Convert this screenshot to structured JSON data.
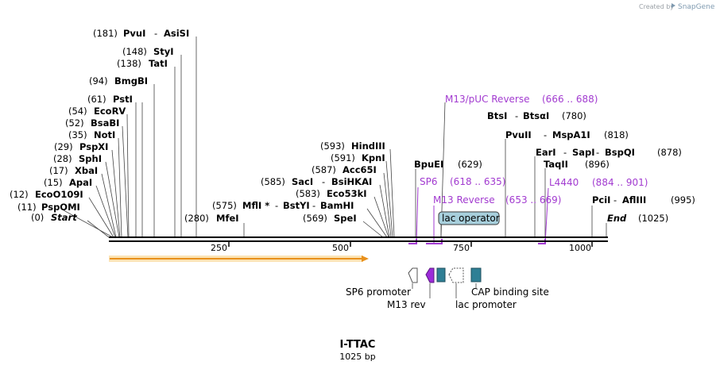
{
  "credit": {
    "created_by": "Created by",
    "brand": "SnapGene"
  },
  "plasmid": {
    "name": "I-TTAC",
    "length": "1025 bp"
  },
  "ruler": {
    "ticks": [
      "250",
      "500",
      "750",
      "1000"
    ]
  },
  "enzymes": {
    "start": {
      "pos": "(0)",
      "name": "Start"
    },
    "pspomi": {
      "pos": "(11)",
      "name": "PspOMI"
    },
    "eco0109i": {
      "pos": "(12)",
      "name": "EcoO109I"
    },
    "apai": {
      "pos": "(15)",
      "name": "ApaI"
    },
    "xbai": {
      "pos": "(17)",
      "name": "XbaI"
    },
    "sphi": {
      "pos": "(28)",
      "name": "SphI"
    },
    "pspxi": {
      "pos": "(29)",
      "name": "PspXI"
    },
    "noti": {
      "pos": "(35)",
      "name": "NotI"
    },
    "bsabi": {
      "pos": "(52)",
      "name": "BsaBI"
    },
    "ecorv": {
      "pos": "(54)",
      "name": "EcoRV"
    },
    "psti": {
      "pos": "(61)",
      "name": "PstI"
    },
    "bmgbi": {
      "pos": "(94)",
      "name": "BmgBI"
    },
    "tati": {
      "pos": "(138)",
      "name": "TatI"
    },
    "styi": {
      "pos": "(148)",
      "name": "StyI"
    },
    "pvui": {
      "pos": "(181)",
      "name": "PvuI",
      "alt": "AsiSI"
    },
    "mfei": {
      "pos": "(280)",
      "name": "MfeI"
    },
    "spei": {
      "pos": "(569)",
      "name": "SpeI"
    },
    "mfli": {
      "pos": "(575)",
      "name": "MflI *",
      "alt": "BstYI",
      "alt2": "BamHI"
    },
    "eco53ki": {
      "pos": "(583)",
      "name": "Eco53kI"
    },
    "saci": {
      "pos": "(585)",
      "name": "SacI",
      "alt": "BsiHKAI"
    },
    "acc65i": {
      "pos": "(587)",
      "name": "Acc65I"
    },
    "kpni": {
      "pos": "(591)",
      "name": "KpnI"
    },
    "hindiii": {
      "pos": "(593)",
      "name": "HindIII"
    },
    "bpuei": {
      "name": "BpuEI",
      "pos": "(629)"
    },
    "btsi": {
      "name": "BtsI",
      "alt": "BtsαI",
      "pos": "(780)"
    },
    "pvuii": {
      "name": "PvuII",
      "alt": "MspA1I",
      "pos": "(818)"
    },
    "eari": {
      "name": "EarI",
      "alt": "SapI",
      "alt2": "BspQI",
      "pos": "(878)"
    },
    "taqii": {
      "name": "TaqII",
      "pos": "(896)"
    },
    "pcii": {
      "name": "PciI",
      "alt": "AflIII",
      "pos": "(995)"
    },
    "end": {
      "name": "End",
      "pos": "(1025)"
    }
  },
  "primers": {
    "m13puc": {
      "name": "M13/pUC Reverse",
      "range": "(666 .. 688)"
    },
    "sp6": {
      "name": "SP6",
      "range": "(618 .. 635)"
    },
    "m13rev": {
      "name": "M13 Reverse",
      "range": "(653 .. 669)"
    },
    "l4440": {
      "name": "L4440",
      "range": "(884 .. 901)"
    }
  },
  "features": {
    "lac_operator": "lac operator",
    "sp6_promoter": "SP6 promoter",
    "m13_rev": "M13 rev",
    "lac_promoter": "lac promoter",
    "cap_site": "CAP binding site"
  },
  "colors": {
    "primer": "#a23bd0",
    "feature_teal": "#2f7f95",
    "orf_orange": "#f2a23a",
    "operator_fill": "#a7cfdc"
  }
}
